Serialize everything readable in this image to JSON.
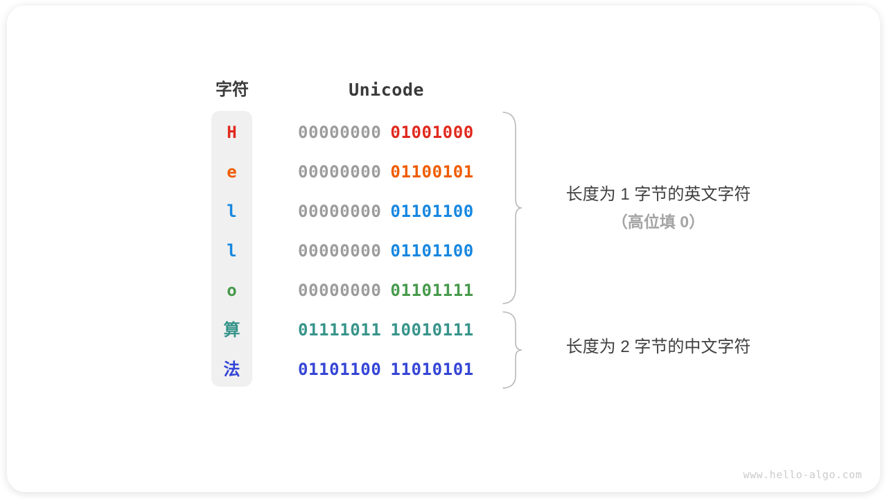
{
  "header": {
    "char_column": "字符",
    "unicode_column": "Unicode"
  },
  "rows": [
    {
      "char": "H",
      "char_color": "#e02a1e",
      "high_byte": "00000000",
      "high_byte_color": "#9c9c9c",
      "low_byte": "01001000",
      "low_byte_color": "#e02a1e"
    },
    {
      "char": "e",
      "char_color": "#ef5c00",
      "high_byte": "00000000",
      "high_byte_color": "#9c9c9c",
      "low_byte": "01100101",
      "low_byte_color": "#ef5c00"
    },
    {
      "char": "l",
      "char_color": "#1787e0",
      "high_byte": "00000000",
      "high_byte_color": "#9c9c9c",
      "low_byte": "01101100",
      "low_byte_color": "#1787e0"
    },
    {
      "char": "l",
      "char_color": "#1787e0",
      "high_byte": "00000000",
      "high_byte_color": "#9c9c9c",
      "low_byte": "01101100",
      "low_byte_color": "#1787e0"
    },
    {
      "char": "o",
      "char_color": "#479a4b",
      "high_byte": "00000000",
      "high_byte_color": "#9c9c9c",
      "low_byte": "01101111",
      "low_byte_color": "#479a4b"
    },
    {
      "char": "算",
      "char_color": "#37948a",
      "high_byte": "01111011",
      "high_byte_color": "#37948a",
      "low_byte": "10010111",
      "low_byte_color": "#37948a"
    },
    {
      "char": "法",
      "char_color": "#3545d6",
      "high_byte": "01101100",
      "high_byte_color": "#3545d6",
      "low_byte": "11010101",
      "low_byte_color": "#3545d6"
    }
  ],
  "annotations": {
    "english": {
      "line1": "长度为 1 字节的英文字符",
      "line2": "（高位填 0）"
    },
    "chinese": {
      "line1": "长度为 2 字节的中文字符"
    }
  },
  "watermark": "www.hello-algo.com",
  "colors": {
    "zero_gray": "#9c9c9c",
    "brace": "#b8b8b8",
    "annotation_dark": "#404040",
    "annotation_gray": "#a4a4a4",
    "column_background": "#f0f0f0"
  }
}
